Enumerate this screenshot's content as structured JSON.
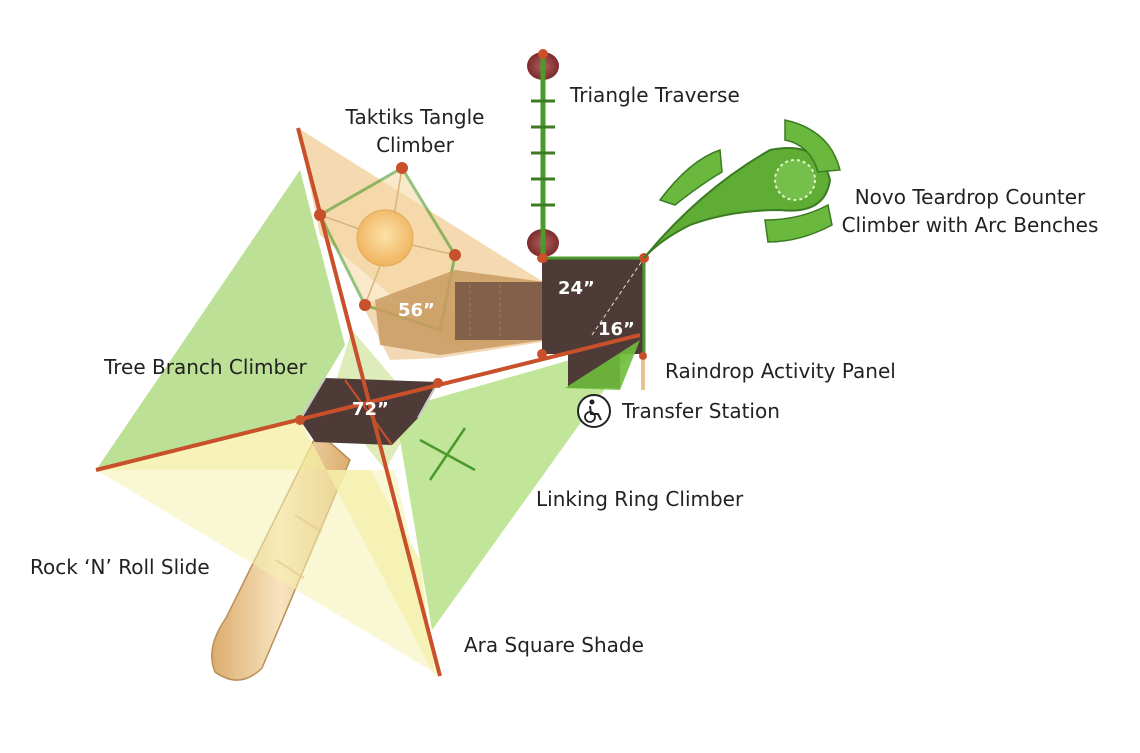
{
  "diagram": {
    "labels": {
      "triangle_traverse": "Triangle Traverse",
      "taktiks_line1": "Taktiks Tangle",
      "taktiks_line2": "Climber",
      "novo_line1": "Novo Teardrop Counter",
      "novo_line2": "Climber with Arc Benches",
      "tree_branch": "Tree Branch Climber",
      "raindrop": "Raindrop Activity Panel",
      "transfer": "Transfer Station",
      "linking_ring": "Linking Ring Climber",
      "rock_slide": "Rock ‘N’ Roll Slide",
      "ara_shade": "Ara Square Shade"
    },
    "dimensions": {
      "d56": "56”",
      "d24": "24”",
      "d16": "16”",
      "d72": "72”"
    },
    "colors": {
      "shade_green": "#9fd36a",
      "shade_yellow": "#f3eea0",
      "shade_orange": "#f1c98e",
      "deck_brown": "#4e3a36",
      "post_orange": "#c8502a",
      "climber_green": "#4d9a2c",
      "slide_tan": "#e6c38f"
    },
    "icons": {
      "transfer": "wheelchair-access-icon"
    }
  }
}
